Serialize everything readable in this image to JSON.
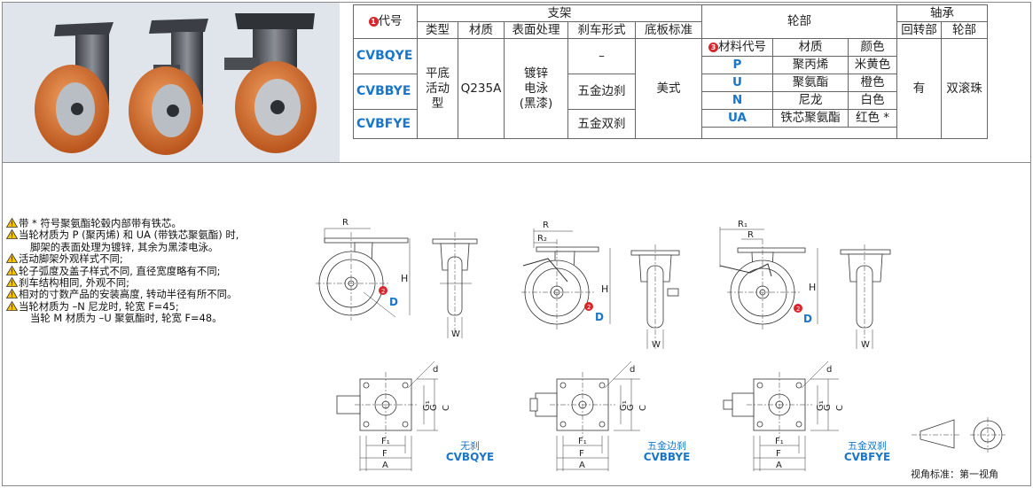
{
  "table": {
    "h_code": "代号",
    "h_bracket": "支架",
    "h_wheel": "轮部",
    "h_bearing": "轴承",
    "h_type": "类型",
    "h_material": "材质",
    "h_surface": "表面处理",
    "h_brake": "刹车形式",
    "h_base": "底板标准",
    "h_swivel": "回转部",
    "h_wheelpart": "轮部",
    "codes": [
      "CVBQYE",
      "CVBBYE",
      "CVBFYE"
    ],
    "type": [
      "平底",
      "活动",
      "型"
    ],
    "material": "Q235A",
    "surface": [
      "镀锌",
      "电泳",
      "(黑漆)"
    ],
    "brakes": [
      "–",
      "五金边刹",
      "五金双刹"
    ],
    "base": "美式",
    "w_h_code": "材料代号",
    "w_h_material": "材质",
    "w_h_color": "颜色",
    "wheel_rows": [
      {
        "code": "P",
        "material": "聚丙烯",
        "color": "米黄色"
      },
      {
        "code": "U",
        "material": "聚氨酯",
        "color": "橙色"
      },
      {
        "code": "N",
        "material": "尼龙",
        "color": "白色"
      },
      {
        "code": "UA",
        "material": "铁芯聚氨酯",
        "color": "红色 *"
      }
    ],
    "swivel": "有",
    "wheel_bearing": "双滚珠",
    "badge1": "1",
    "badge3": "3"
  },
  "notes": [
    "带 * 符号聚氨酯轮毂内部带有铁芯。",
    "当轮材质为 P (聚丙烯) 和 UA (带铁芯聚氨酯) 时,",
    "脚架的表面处理为镀锌, 其余为黑漆电泳。",
    "活动脚架外观样式不同;",
    "轮子弧度及盖子样式不同, 直径宽度略有不同;",
    "刹车结构相同, 外观不同;",
    "相对的寸数产品的安装高度, 转动半径有所不同。",
    "当轮材质为 –N 尼龙时, 轮宽 F=45;",
    "当轮 M 材质为 –U 聚氨酯时, 轮宽 F=48。"
  ],
  "captions": [
    {
      "label": "无刹",
      "code": "CVBQYE"
    },
    {
      "label": "五金边刹",
      "code": "CVBBYE"
    },
    {
      "label": "五金双刹",
      "code": "CVBFYE"
    }
  ],
  "dims": {
    "R": "R",
    "R1": "R₁",
    "R2": "R₂",
    "H": "H",
    "W": "W",
    "D": "D",
    "A": "A",
    "F": "F",
    "F1": "F₁",
    "C": "C",
    "G": "G",
    "G1": "G₁",
    "d": "d",
    "two": "2"
  },
  "view_standard": "视角标准：第一视角",
  "colors": {
    "accent": "#1976c8",
    "badge": "#d8262b",
    "warning": "#f5c400",
    "wheel": "#d9752d"
  }
}
